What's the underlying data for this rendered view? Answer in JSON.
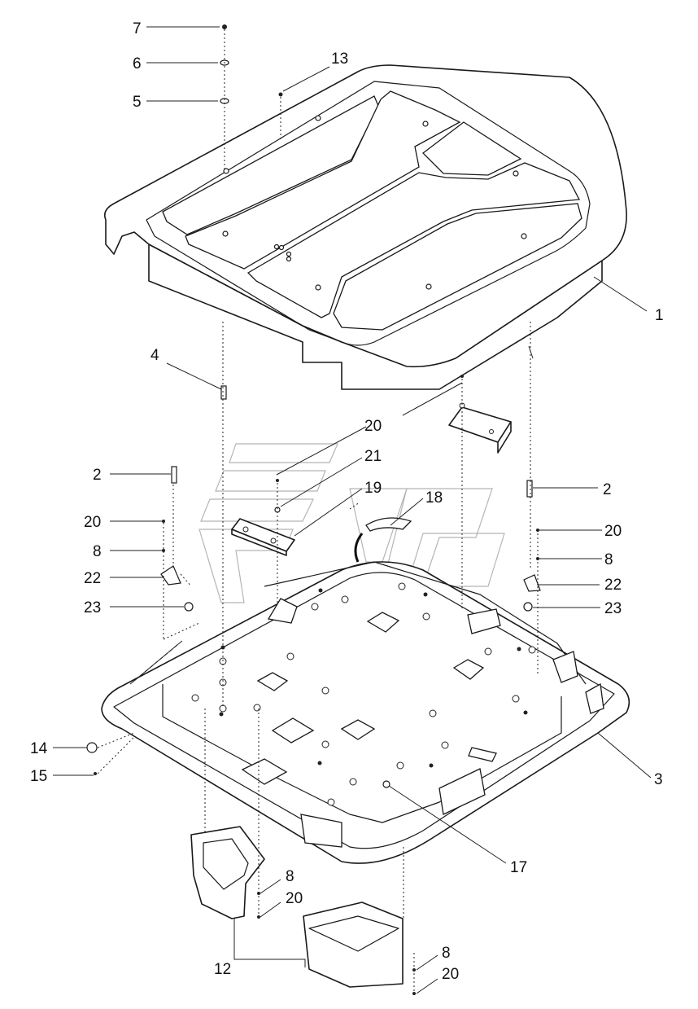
{
  "diagram": {
    "callouts": {
      "c1": "1",
      "c2a": "2",
      "c2b": "2",
      "c3": "3",
      "c4": "4",
      "c5": "5",
      "c6": "6",
      "c7": "7",
      "c8a": "8",
      "c8b": "8",
      "c8c": "8",
      "c8d": "8",
      "c12": "12",
      "c13": "13",
      "c14": "14",
      "c15": "15",
      "c17": "17",
      "c18": "18",
      "c19": "19",
      "c20a": "20",
      "c20b": "20",
      "c20c": "20",
      "c20d": "20",
      "c20e": "20",
      "c21": "21",
      "c22a": "22",
      "c22b": "22",
      "c23a": "23",
      "c23b": "23"
    }
  }
}
